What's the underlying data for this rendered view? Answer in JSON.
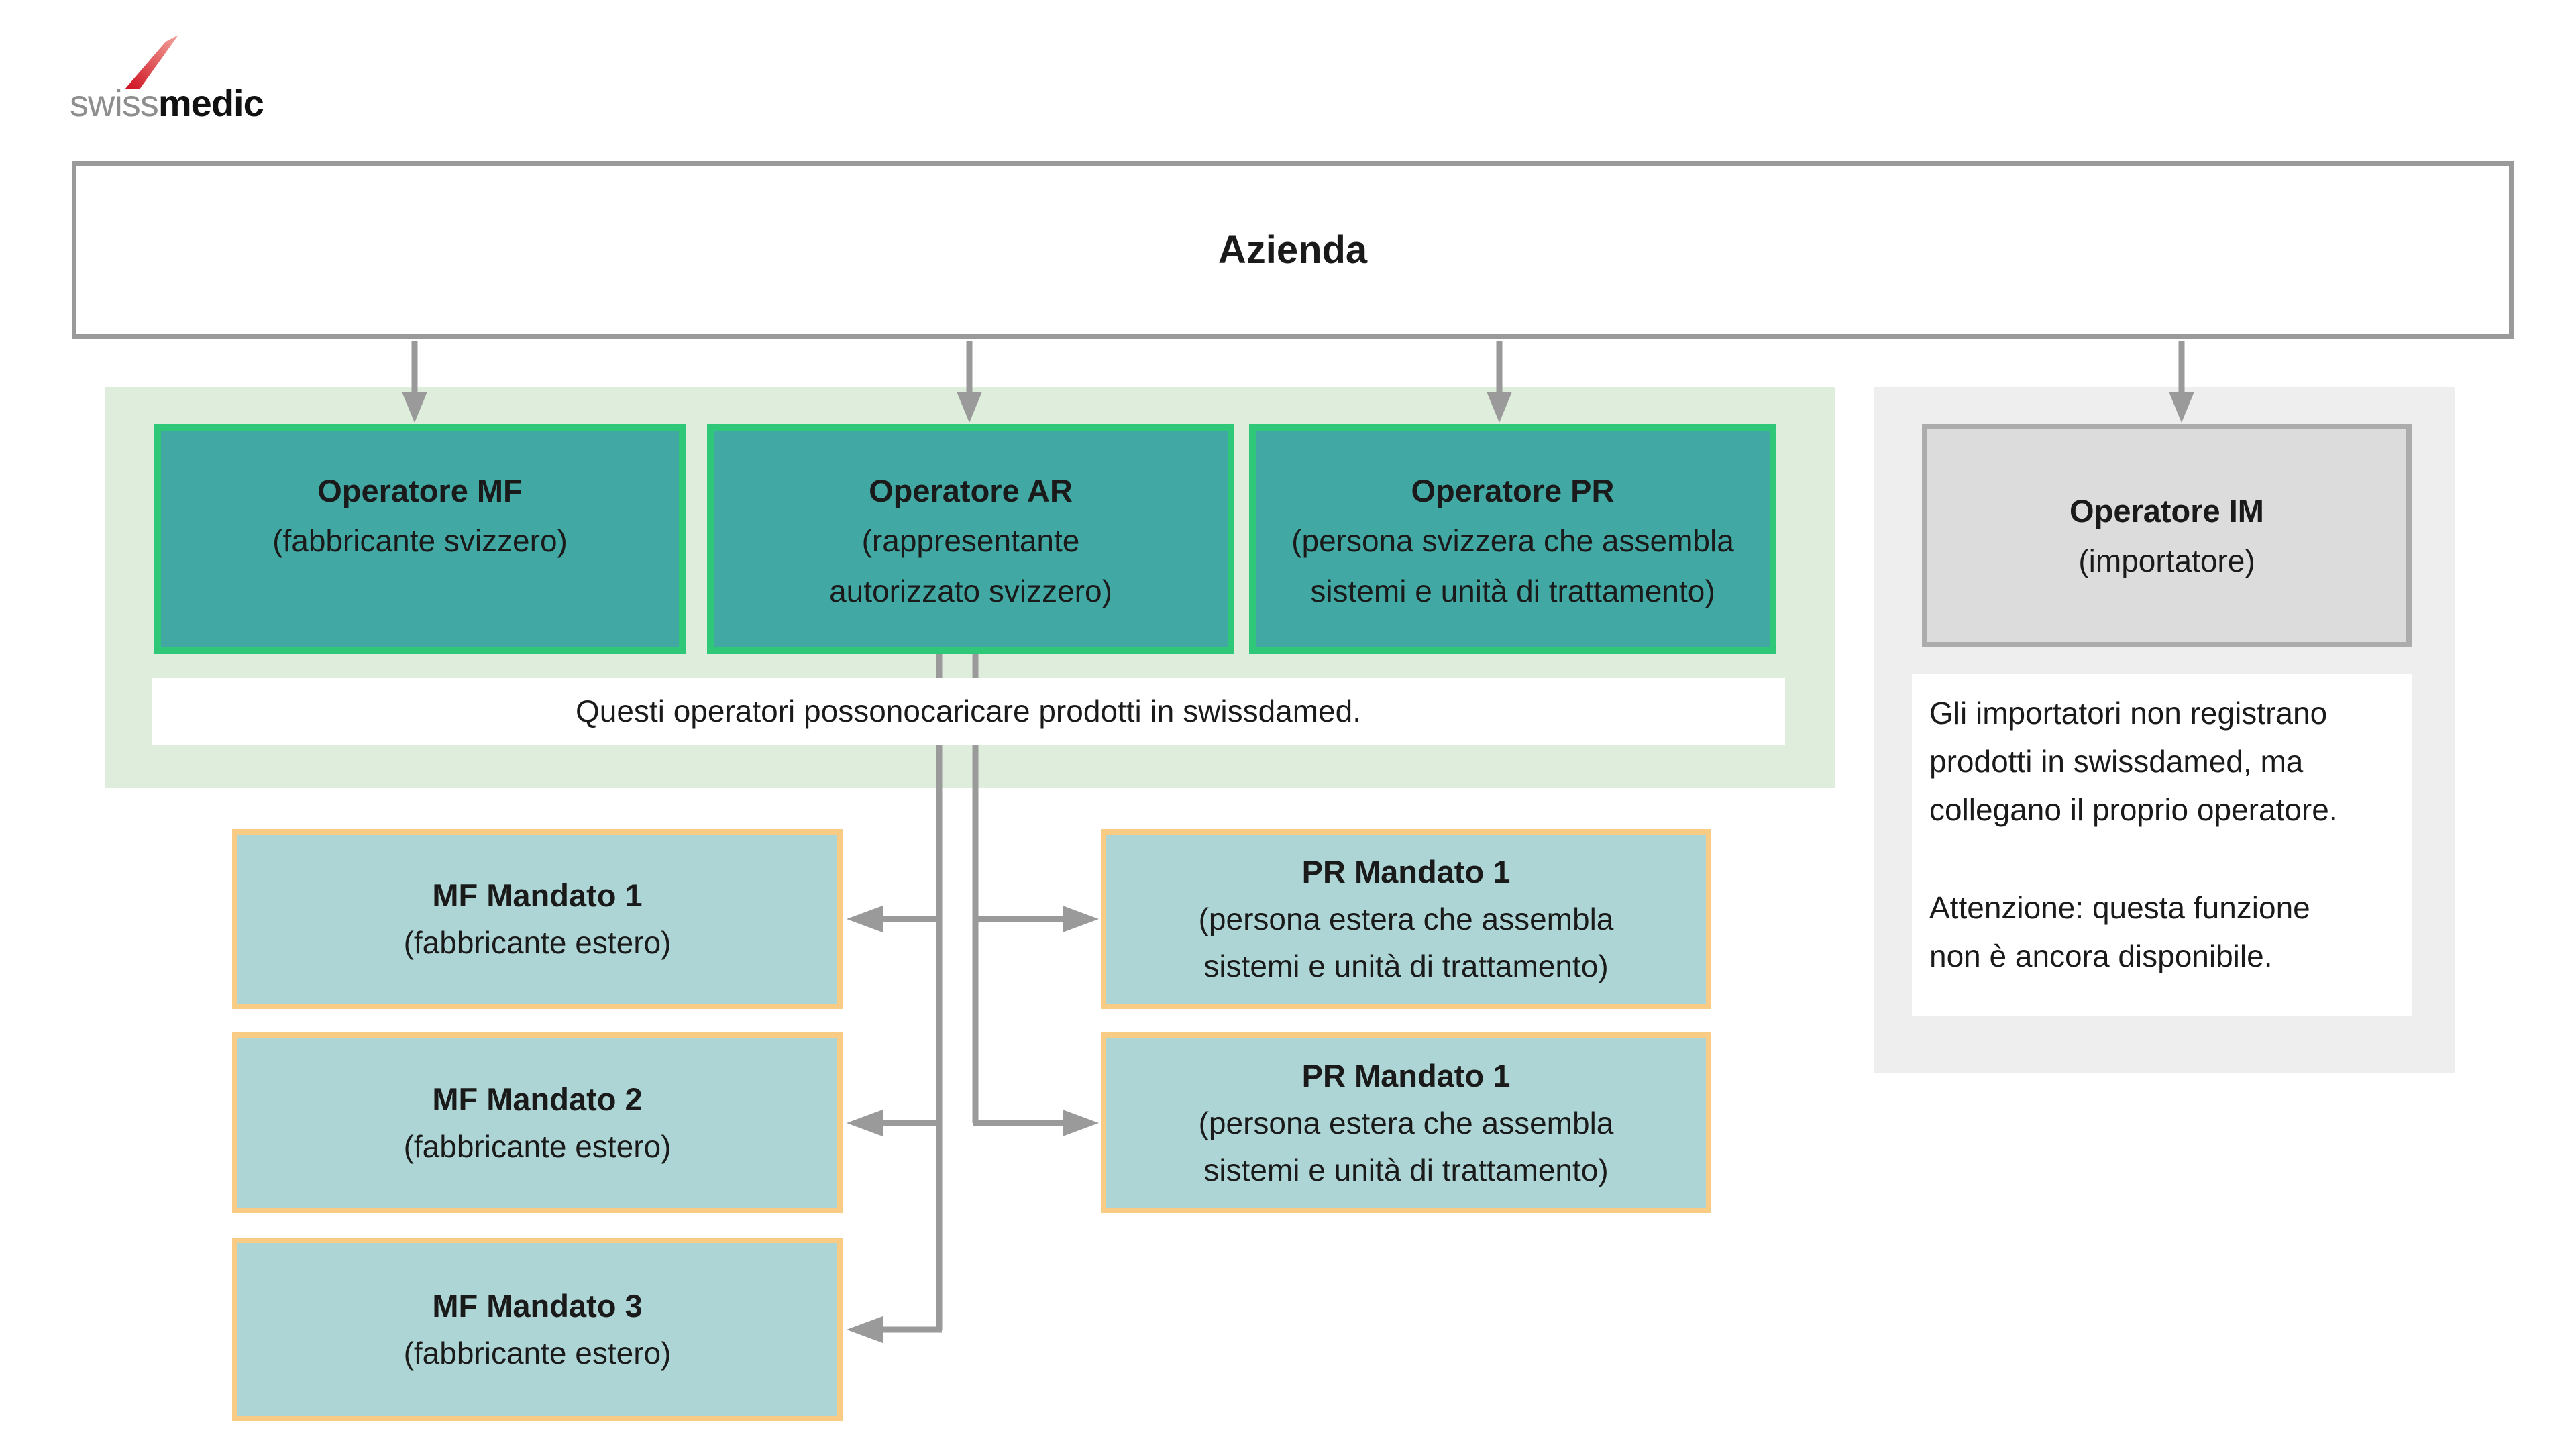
{
  "logo": {
    "gray_part": "swiss",
    "black_part": "medic"
  },
  "company": {
    "label": "Azienda"
  },
  "green_panel": {
    "operators": [
      {
        "title": "Operatore MF",
        "subtitle_lines": [
          "(fabbricante svizzero)"
        ]
      },
      {
        "title": "Operatore AR",
        "subtitle_lines": [
          "(rappresentante",
          "autorizzato svizzero)"
        ]
      },
      {
        "title": "Operatore PR",
        "subtitle_lines": [
          "(persona svizzera che assembla",
          "sistemi e unità di trattamento)"
        ]
      }
    ],
    "note": "Questi operatori possonocaricare prodotti in swissdamed."
  },
  "gray_panel": {
    "operator": {
      "title": "Operatore IM",
      "subtitle_lines": [
        "(importatore)"
      ]
    },
    "note_lines": [
      "Gli importatori non registrano",
      "prodotti in swissdamed, ma",
      "collegano il proprio operatore.",
      "Attenzione: questa funzione",
      "non è ancora disponibile."
    ]
  },
  "mandates_left": [
    {
      "title": "MF Mandato 1",
      "subtitle_lines": [
        "(fabbricante estero)"
      ]
    },
    {
      "title": "MF Mandato 2",
      "subtitle_lines": [
        "(fabbricante estero)"
      ]
    },
    {
      "title": "MF Mandato 3",
      "subtitle_lines": [
        "(fabbricante estero)"
      ]
    }
  ],
  "mandates_right": [
    {
      "title": "PR Mandato 1",
      "subtitle_lines": [
        "(persona estera che assembla",
        "sistemi e unità di trattamento)"
      ]
    },
    {
      "title": "PR Mandato 1",
      "subtitle_lines": [
        "(persona estera che assembla",
        "sistemi e unità di trattamento)"
      ]
    }
  ],
  "colors": {
    "teal": "#42A8A3",
    "teal_border": "#2FC878",
    "panel_green": "#DFEDDC",
    "panel_gray": "#EEEEEE",
    "mandate_fill": "#AED5D5",
    "mandate_border": "#F8CC84",
    "im_fill": "#DCDCDC",
    "im_border": "#ACACAC",
    "line_gray": "#9A9A9A",
    "text": "#1A1A1A",
    "logo_gray": "#8E8E8E",
    "logo_black": "#111111",
    "logo_red_dark": "#CE0E1E",
    "logo_red_light": "#F2A69E"
  }
}
